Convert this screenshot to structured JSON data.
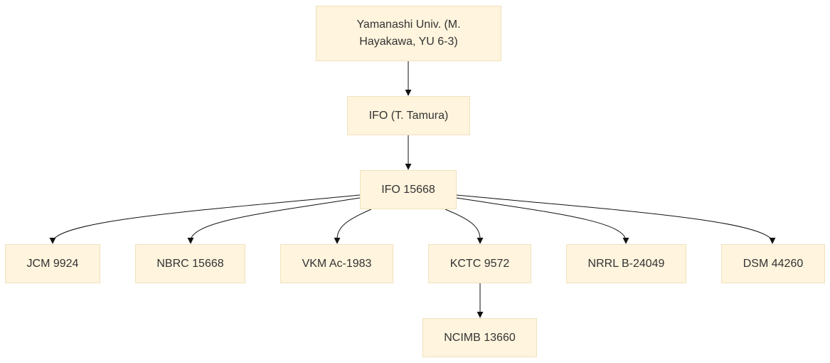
{
  "nodes": {
    "yamanashi": "Yamanashi Univ. (M. Hayakawa, YU 6-3)",
    "ifo_tamura": "IFO (T. Tamura)",
    "ifo_15668": "IFO 15668",
    "jcm": "JCM 9924",
    "nbrc": "NBRC 15668",
    "vkm": "VKM Ac-1983",
    "kctc": "KCTC 9572",
    "nrrl": "NRRL B-24049",
    "dsm": "DSM 44260",
    "ncimb": "NCIMB 13660"
  },
  "edges": [
    [
      "yamanashi",
      "ifo_tamura"
    ],
    [
      "ifo_tamura",
      "ifo_15668"
    ],
    [
      "ifo_15668",
      "jcm"
    ],
    [
      "ifo_15668",
      "nbrc"
    ],
    [
      "ifo_15668",
      "vkm"
    ],
    [
      "ifo_15668",
      "kctc"
    ],
    [
      "ifo_15668",
      "nrrl"
    ],
    [
      "ifo_15668",
      "dsm"
    ],
    [
      "kctc",
      "ncimb"
    ]
  ]
}
